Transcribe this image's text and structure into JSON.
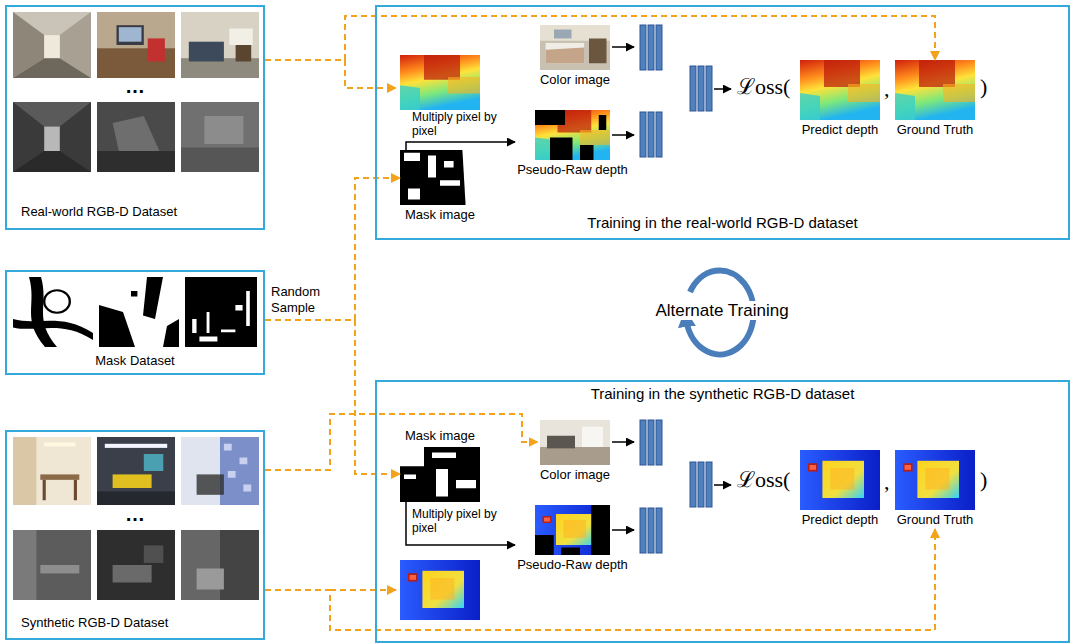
{
  "diagram": {
    "nodes": [
      {
        "text": [
          "Real-world RGB-D Dataset"
        ]
      },
      {
        "text": [
          "Mask Dataset"
        ]
      },
      {
        "text": [
          "Synthetic RGB-D Dataset"
        ]
      },
      {
        "text": [
          "Training in the real-world RGB-D dataset"
        ]
      },
      {
        "text": [
          "Color image"
        ],
        "in": 3
      },
      {
        "text": [
          "Mask image"
        ],
        "in": 3
      },
      {
        "text": [
          "Pseudo-Raw depth"
        ],
        "in": 3
      },
      {
        "text": [
          "Predict depth"
        ],
        "in": 3
      },
      {
        "text": [
          "Ground Truth"
        ],
        "in": 3
      },
      {
        "text": [
          "Training in the synthetic RGB-D dataset"
        ]
      },
      {
        "text": [
          "Mask image"
        ],
        "in": 9
      },
      {
        "text": [
          "Color image"
        ],
        "in": 9
      },
      {
        "text": [
          "Pseudo-Raw depth"
        ],
        "in": 9
      },
      {
        "text": [
          "Predict depth"
        ],
        "in": 9
      },
      {
        "text": [
          "Ground Truth"
        ],
        "in": 9
      }
    ],
    "edges": [
      {
        "from": 0,
        "to": 8,
        "arrow": "to"
      },
      {
        "from": 1,
        "to": 5,
        "arrow": "to"
      },
      {
        "from": 1,
        "to": 10,
        "arrow": "to"
      },
      {
        "from": 2,
        "to": 11,
        "arrow": "to"
      },
      {
        "from": 2,
        "to": 14,
        "arrow": "to"
      },
      {
        "from": 5,
        "to": 6,
        "label": "Multiply pixel by pixel",
        "arrow": "to"
      },
      {
        "from": 10,
        "to": 12,
        "label": "Multiply pixel by pixel",
        "arrow": "to"
      }
    ],
    "labels": [
      "…",
      "ℒoss(",
      ",",
      ")",
      "Random Sample",
      "Alternate Training",
      "ℒoss(",
      ",",
      ")",
      "…"
    ]
  }
}
